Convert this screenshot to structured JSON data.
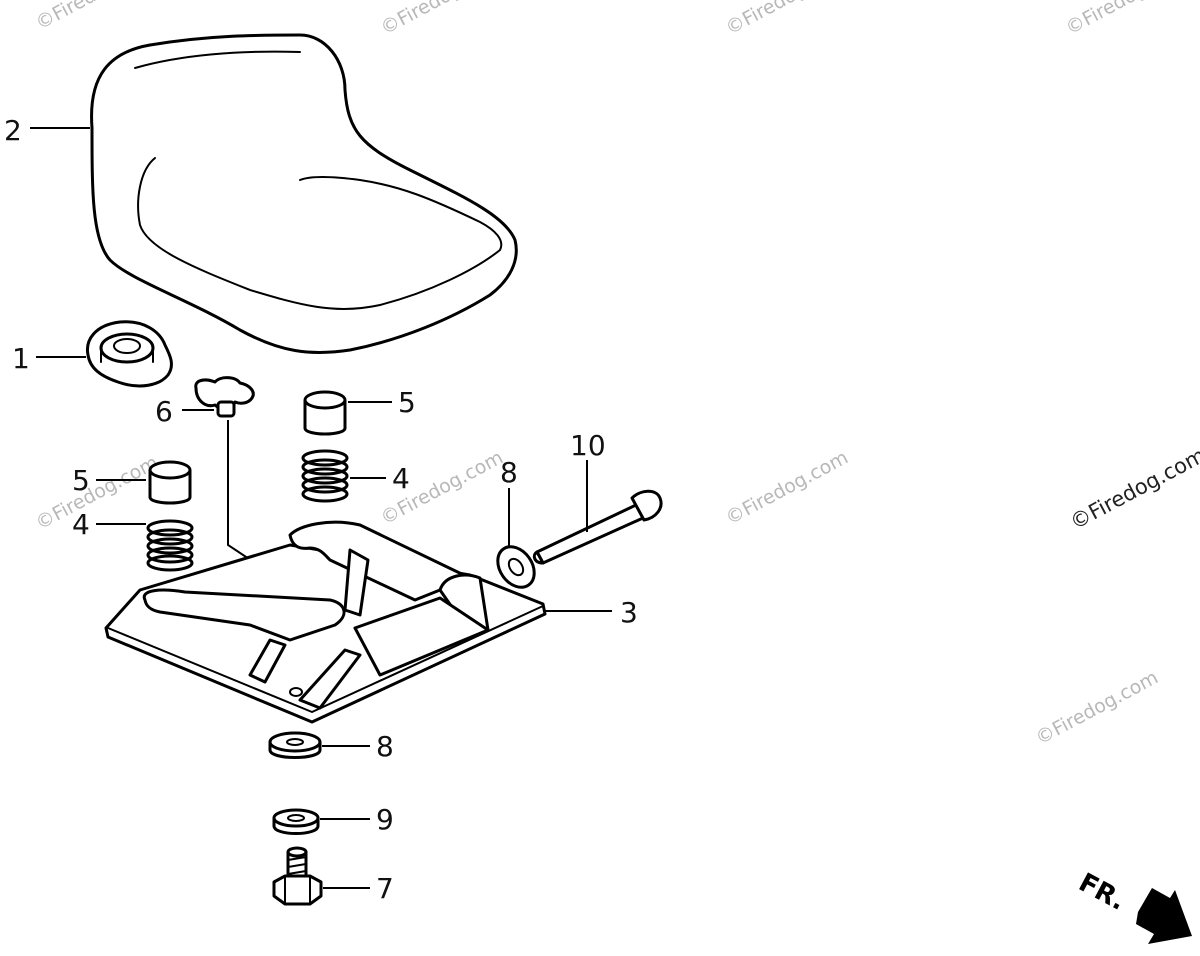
{
  "watermarks": [
    "©Firedog",
    "©Firedog",
    "©Firedog",
    "©Firedog",
    "©Firedog.com",
    "©Firedog.com",
    "©Firedog.com",
    "©Firedog.com",
    "©Firedog.com"
  ],
  "labels": {
    "seat": "2",
    "nut": "1",
    "knob": "6",
    "cap_right": "5",
    "cap_left": "5",
    "spring_right": "4",
    "spring_left": "4",
    "washer_top": "8",
    "bolt_long": "10",
    "base_plate": "3",
    "washer_bottom": "8",
    "spring_washer": "9",
    "bolt": "7"
  },
  "direction_marker": "FR."
}
